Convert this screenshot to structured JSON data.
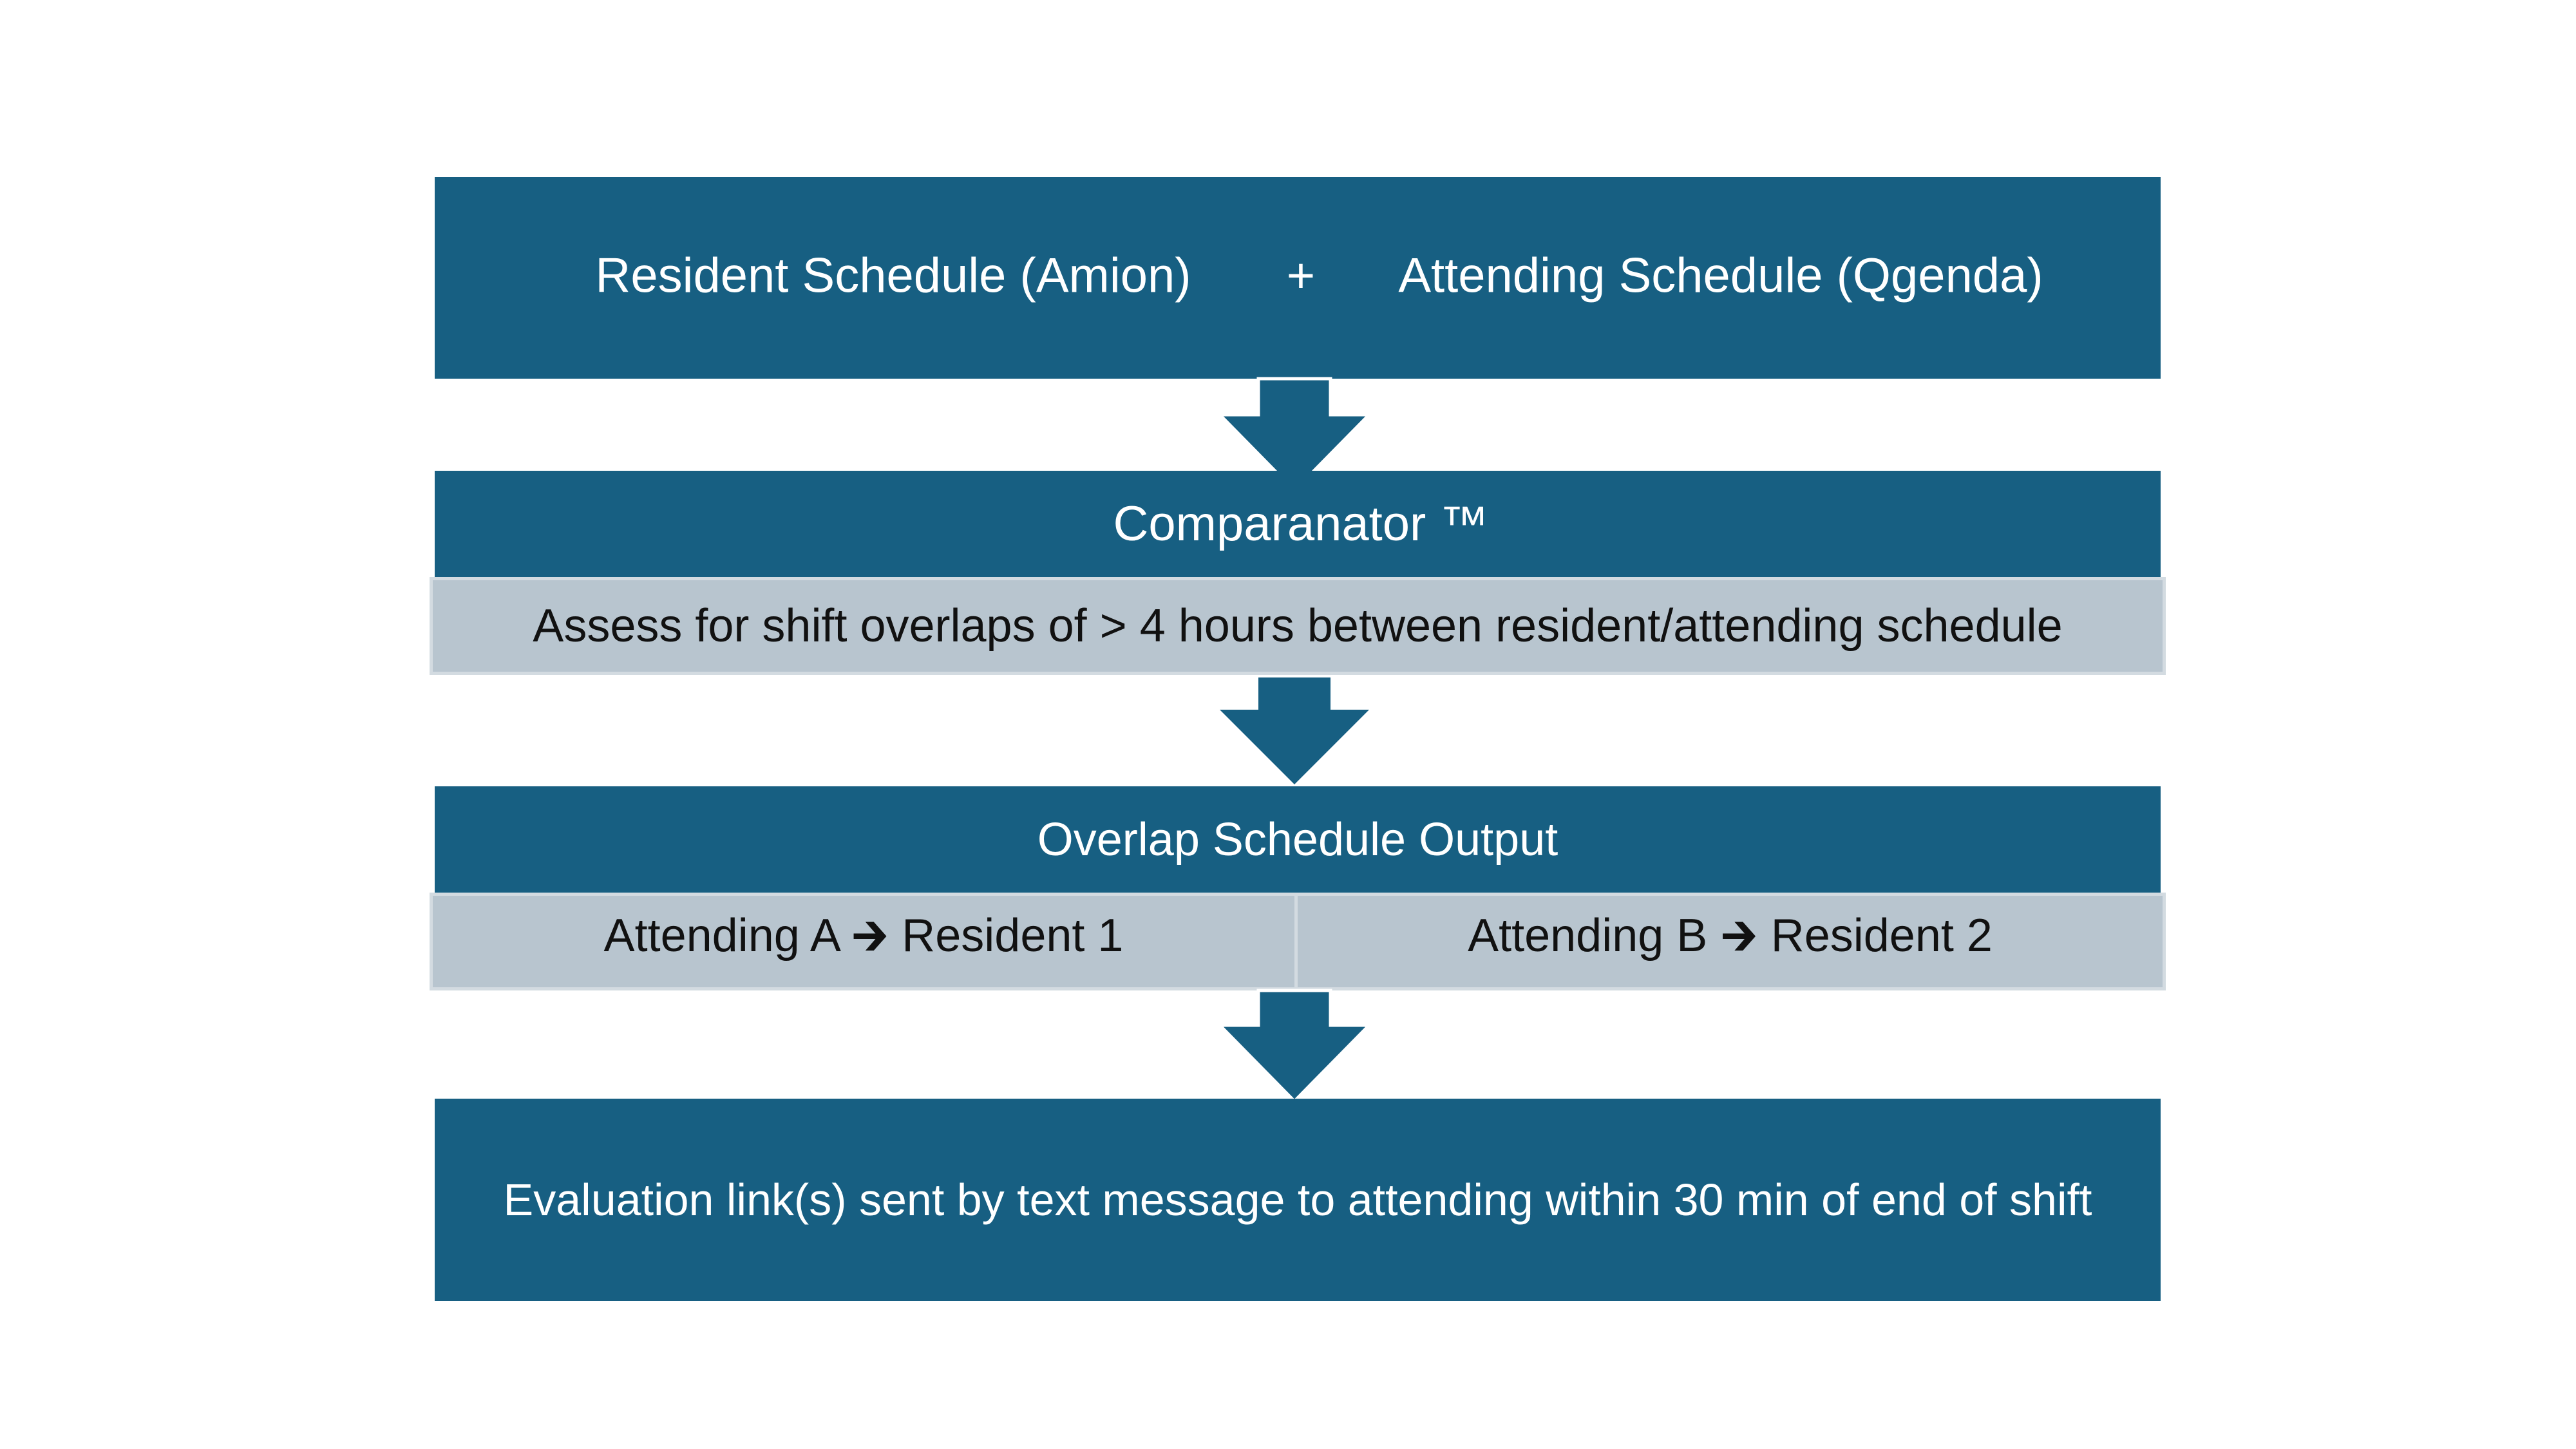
{
  "inputs": {
    "resident_schedule": "Resident Schedule (Amion)",
    "plus": "+",
    "attending_schedule": "Attending Schedule (Qgenda)"
  },
  "comparator": {
    "title": "Comparanator ™",
    "description": "Assess for shift overlaps of > 4 hours between resident/attending schedule"
  },
  "overlap": {
    "title": "Overlap Schedule Output",
    "pairs": [
      {
        "attending": "Attending A",
        "arrow": "🡲",
        "resident": "Resident 1"
      },
      {
        "attending": "Attending B",
        "arrow": "🡲",
        "resident": "Resident 2"
      }
    ]
  },
  "evaluation": {
    "text": "Evaluation link(s) sent by text message to attending within 30 min of end of shift"
  },
  "colors": {
    "primary": "#175f82",
    "secondary": "#b8c5cf"
  }
}
